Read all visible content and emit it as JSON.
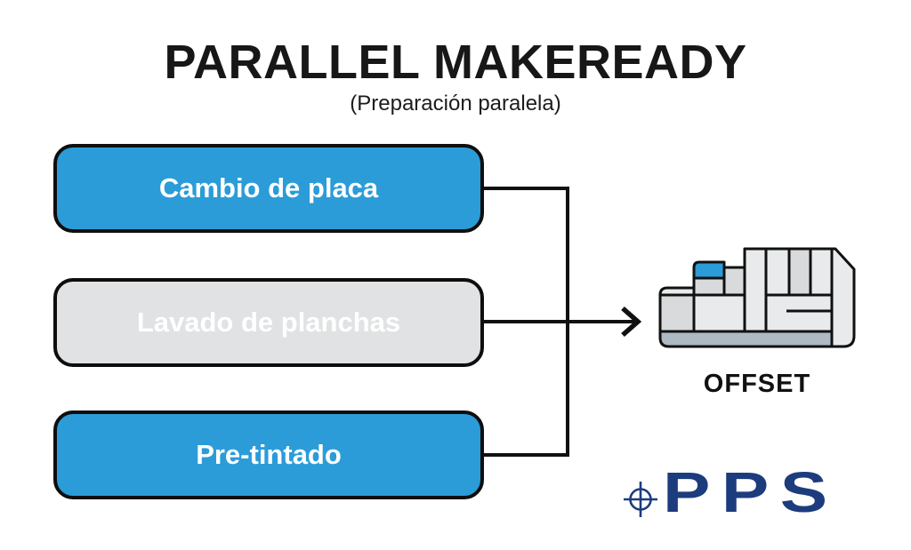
{
  "title": "PARALLEL MAKEREADY",
  "subtitle": "(Preparación paralela)",
  "steps": [
    {
      "label": "Cambio de placa",
      "state": "highlighted"
    },
    {
      "label": "Lavado de planchas",
      "state": "inactive"
    },
    {
      "label": "Pre-tintado",
      "state": "highlighted"
    }
  ],
  "machine": {
    "label": "OFFSET",
    "icon": "offset-press-icon"
  },
  "logo": {
    "text": "PPS",
    "icon": "registration-mark-icon"
  },
  "colors": {
    "accent_blue": "#2B9CD8",
    "inactive_gray": "#E0E2E3",
    "outline_black": "#111111",
    "machine_light": "#E8EAEB",
    "machine_medium": "#D8DADB",
    "machine_base": "#AEB9C3",
    "logo_navy": "#1D3C7E"
  }
}
